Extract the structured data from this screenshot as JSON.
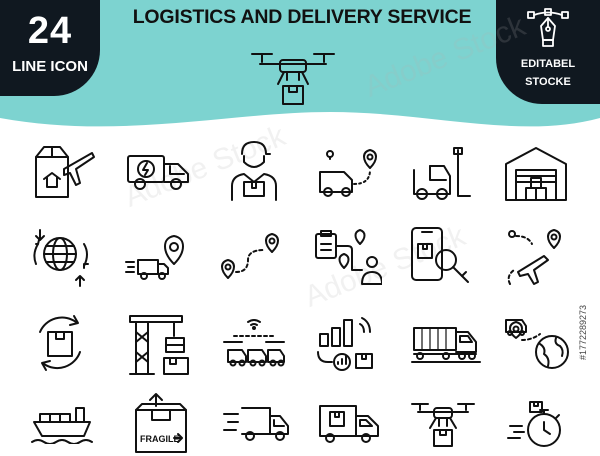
{
  "header": {
    "count": "24",
    "count_label": "LINE ICON",
    "title": "LOGISTICS AND DELIVERY SERVICE",
    "editable_line1": "EDITABEL",
    "editable_line2": "STOCKE"
  },
  "watermark": "Adobe Stock",
  "stock_id": "#1772289273",
  "colors": {
    "accent": "#7dd3d0",
    "dark": "#101820",
    "line": "#111111"
  },
  "icons": [
    "box-plane-icon",
    "electric-truck-icon",
    "courier-icon",
    "delivery-route-van-icon",
    "forklift-icon",
    "warehouse-icon",
    "global-logistics-icon",
    "truck-location-icon",
    "route-pins-icon",
    "order-tracking-icon",
    "mobile-search-icon",
    "plane-route-icon",
    "box-cycle-icon",
    "port-crane-icon",
    "drone-fleet-icon",
    "delivery-analytics-icon",
    "cargo-train-icon",
    "global-shipping-icon",
    "cargo-ship-icon",
    "fragile-box-icon",
    "fast-truck-icon",
    "box-truck-icon",
    "drone-delivery-icon",
    "express-clock-icon"
  ]
}
